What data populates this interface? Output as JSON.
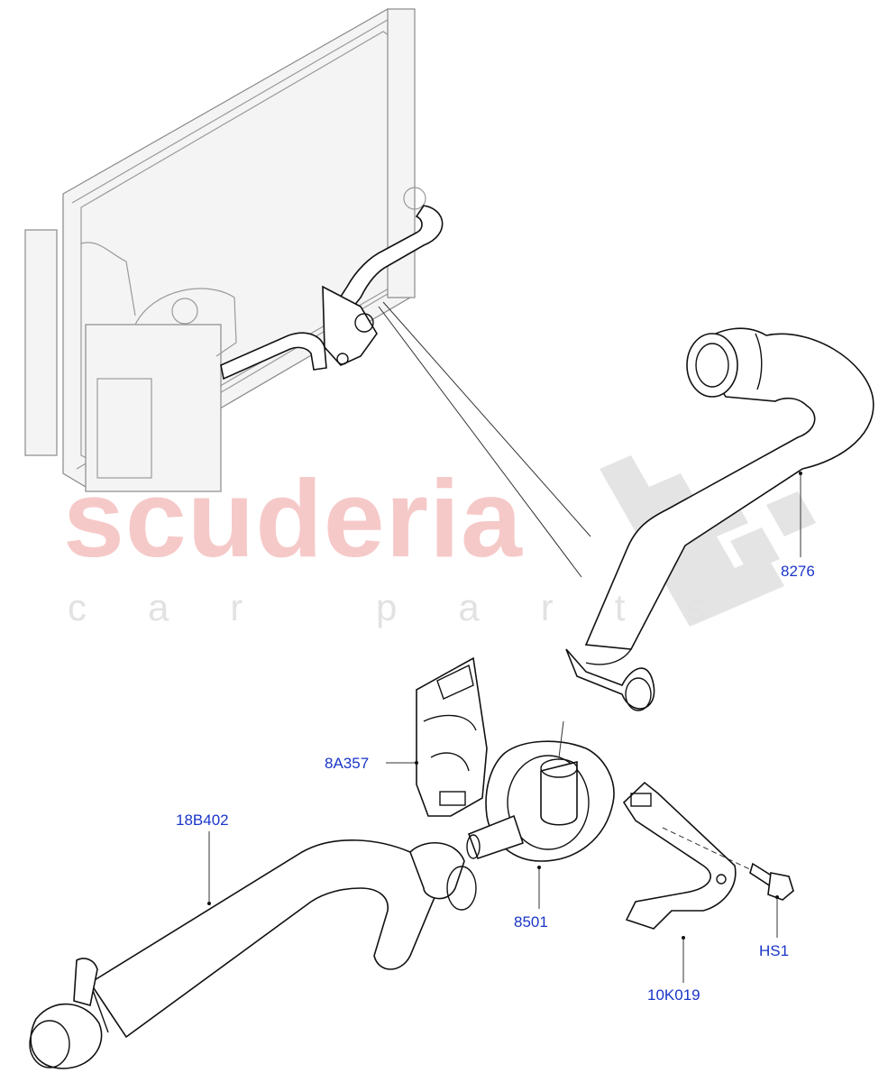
{
  "watermark": {
    "brand": "scuderia",
    "tagline": "car parts"
  },
  "callouts": [
    {
      "id": "8276",
      "label": "8276"
    },
    {
      "id": "8A357",
      "label": "8A357"
    },
    {
      "id": "18B402",
      "label": "18B402"
    },
    {
      "id": "8501",
      "label": "8501"
    },
    {
      "id": "HS1",
      "label": "HS1"
    },
    {
      "id": "10K019",
      "label": "10K019"
    }
  ],
  "colors": {
    "callout_text": "#1a35c8",
    "watermark_brand": "#f6c9c9",
    "watermark_checker": "#e4e4e4"
  }
}
